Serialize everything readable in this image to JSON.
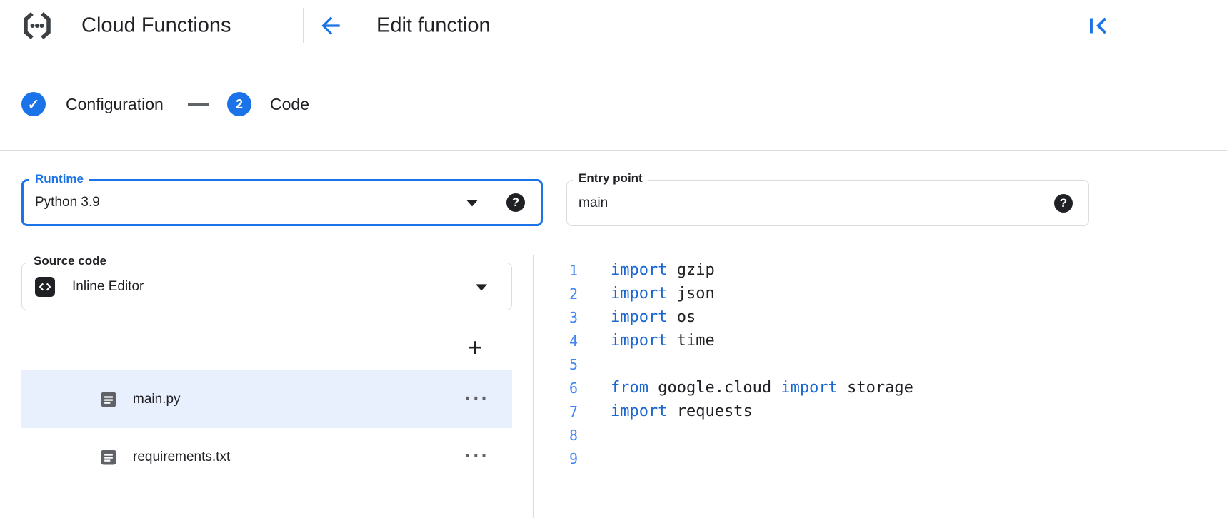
{
  "colors": {
    "primary": "#1a73e8",
    "text": "#202124",
    "muted_text": "#5f6368",
    "border": "#dadce0",
    "selected_row_background": "#e8f0fe",
    "code_keyword": "#1967d2",
    "line_number": "#4285f4"
  },
  "header": {
    "product_title": "Cloud Functions",
    "page_title": "Edit function"
  },
  "stepper": {
    "steps": [
      {
        "label": "Configuration",
        "state": "completed",
        "glyph": "✓"
      },
      {
        "label": "Code",
        "state": "current",
        "glyph": "2"
      }
    ]
  },
  "form": {
    "runtime": {
      "label": "Runtime",
      "value": "Python 3.9",
      "help_glyph": "?",
      "focused": true
    },
    "entry_point": {
      "label": "Entry point",
      "value": "main",
      "help_glyph": "?"
    },
    "source_code": {
      "label": "Source code",
      "value": "Inline Editor"
    }
  },
  "file_panel": {
    "add_button_glyph": "+",
    "files": [
      {
        "name": "main.py",
        "selected": true,
        "more_glyph": "···"
      },
      {
        "name": "requirements.txt",
        "selected": false,
        "more_glyph": "···"
      }
    ]
  },
  "editor": {
    "lines": [
      {
        "number": "1",
        "tokens": [
          {
            "type": "keyword",
            "text": "import"
          },
          {
            "type": "plain",
            "text": " gzip"
          }
        ]
      },
      {
        "number": "2",
        "tokens": [
          {
            "type": "keyword",
            "text": "import"
          },
          {
            "type": "plain",
            "text": " json"
          }
        ]
      },
      {
        "number": "3",
        "tokens": [
          {
            "type": "keyword",
            "text": "import"
          },
          {
            "type": "plain",
            "text": " os"
          }
        ]
      },
      {
        "number": "4",
        "tokens": [
          {
            "type": "keyword",
            "text": "import"
          },
          {
            "type": "plain",
            "text": " time"
          }
        ]
      },
      {
        "number": "5",
        "tokens": []
      },
      {
        "number": "6",
        "tokens": [
          {
            "type": "keyword",
            "text": "from"
          },
          {
            "type": "plain",
            "text": " google.cloud "
          },
          {
            "type": "keyword",
            "text": "import"
          },
          {
            "type": "plain",
            "text": " storage"
          }
        ]
      },
      {
        "number": "7",
        "tokens": [
          {
            "type": "keyword",
            "text": "import"
          },
          {
            "type": "plain",
            "text": " requests"
          }
        ]
      },
      {
        "number": "8",
        "tokens": []
      },
      {
        "number": "9",
        "tokens": []
      }
    ]
  }
}
